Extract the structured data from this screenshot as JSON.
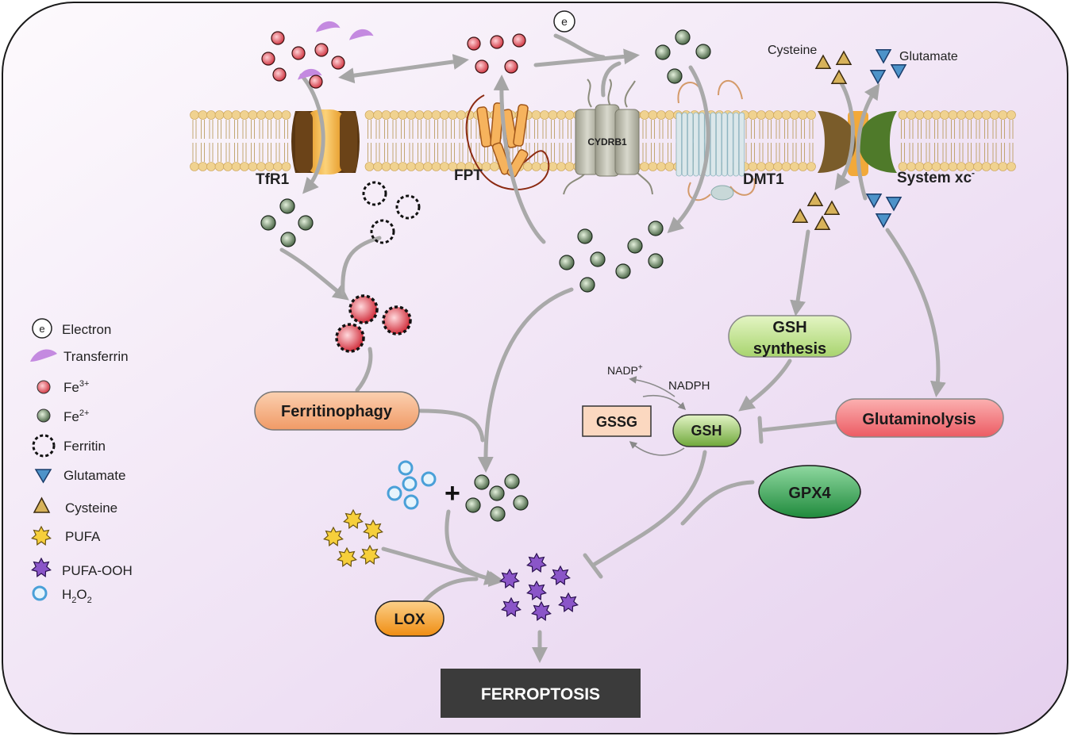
{
  "membrane": {
    "tfr1": "TfR1",
    "fpt": "FPT",
    "cydrb1": "CYDRB1",
    "dmt1": "DMT1",
    "system_xc": "System xc",
    "system_xc_sup": "-"
  },
  "extracellular": {
    "cysteine": "Cysteine",
    "glutamate": "Glutamate",
    "electron": "e"
  },
  "nodes": {
    "ferritinophagy": "Ferritinophagy",
    "gsh_synthesis_line1": "GSH",
    "gsh_synthesis_line2": "synthesis",
    "glutaminolysis": "Glutaminolysis",
    "gssg": "GSSG",
    "gsh": "GSH",
    "gpx4": "GPX4",
    "lox": "LOX",
    "ferroptosis": "FERROPTOSIS",
    "nadp": "NADP",
    "nadp_sup": "+",
    "nadph": "NADPH",
    "plus": "+"
  },
  "legend": {
    "electron": "Electron",
    "electron_symbol": "e",
    "transferrin": "Transferrin",
    "fe3": "Fe",
    "fe3_sup": "3+",
    "fe2": "Fe",
    "fe2_sup": "2+",
    "ferritin": "Ferritin",
    "glutamate": "Glutamate",
    "cysteine": "Cysteine",
    "pufa": "PUFA",
    "pufa_ooh": "PUFA-OOH",
    "h2o2_h": "H",
    "h2o2_2a": "2",
    "h2o2_o": "O",
    "h2o2_2b": "2"
  },
  "colors": {
    "cell_bg_start": "#fbf6fc",
    "cell_bg_end": "#e6d3ef",
    "arrow": "#a9a9a9",
    "fe3": "#d84a55",
    "fe2": "#6e8a68",
    "ferritinophagy": "#f6b78a",
    "gsh_synthesis": "#c5e59a",
    "glutaminolysis": "#f2727a",
    "gssg": "#fbd9c2",
    "gsh": "#9bc95e",
    "gpx4": "#3a9f52",
    "lox": "#f39a25",
    "ferroptosis": "#3a3a3a",
    "pufa": "#f6cf3b",
    "pufa_ooh": "#8a55c8",
    "h2o2": "#5aa9dc",
    "cysteine": "#d7b25a",
    "glutamate": "#4d93c9"
  }
}
